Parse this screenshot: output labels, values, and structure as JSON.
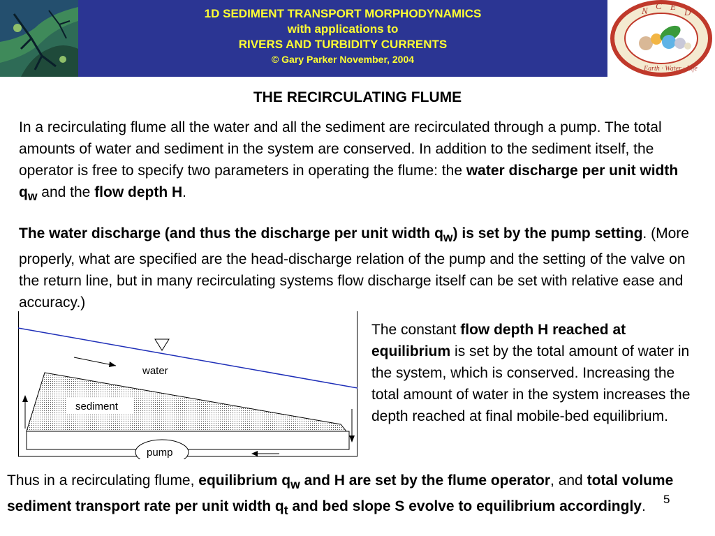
{
  "header": {
    "line1": "1D SEDIMENT TRANSPORT MORPHODYNAMICS",
    "line2": "with applications to",
    "line3": "RIVERS AND TURBIDITY CURRENTS",
    "line4": "© Gary Parker November, 2004",
    "logo_ring_text": "N C E D   Earth · Water · Life",
    "colors": {
      "band": "#2b3593",
      "text": "#ffff33",
      "logo_ring": "#c0392b"
    }
  },
  "title": "THE RECIRCULATING FLUME",
  "para1": {
    "t1": "In a recirculating flume all the water and all the sediment are recirculated through a pump.  The total amounts of water and sediment in the system are conserved.  In addition to the sediment itself, the operator is free to specify two parameters in operating the flume: the ",
    "b1": "water discharge per unit width q",
    "b1sub": "w",
    "t2": " and the ",
    "b2": "flow depth H",
    "t3": "."
  },
  "para2": {
    "b1": "The water discharge (and thus the discharge per unit width q",
    "b1sub": "w",
    "b2": ") is set by the pump setting",
    "t1": ".  (More properly, what are specified are the head-discharge relation of the pump and the setting of the valve on the return line, but in many recirculating systems flow discharge itself can be set with relative ease and accuracy.)"
  },
  "side": {
    "t1": "The constant ",
    "b1": "flow depth H reached at equilibrium",
    "t2": " is set by the total amount of water in the system, which is conserved.  Increasing the total amount of water in the system increases the depth reached at final mobile-bed equilibrium."
  },
  "bottom": {
    "t1": "Thus in a recirculating flume, ",
    "b1": "equilibrium q",
    "b1sub": "w",
    "b2": " and H are set by the flume operator",
    "t2": ", and ",
    "b3": "total volume sediment transport rate per unit width q",
    "b3sub": "t",
    "b4": " and bed slope S evolve to equilibrium accordingly",
    "t3": "."
  },
  "diagram": {
    "water": "water",
    "sediment": "sediment",
    "pump": "pump"
  },
  "page_number": "5"
}
